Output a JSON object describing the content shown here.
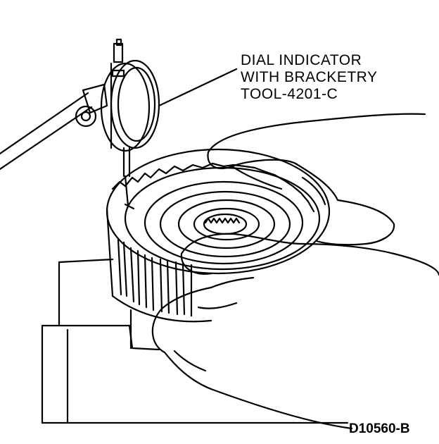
{
  "callout": {
    "line1": "DIAL INDICATOR",
    "line2": "WITH BRACKETRY",
    "line3": "TOOL-4201-C"
  },
  "figure_id": "D10560-B",
  "colors": {
    "ink": "#000000",
    "paper": "#ffffff"
  }
}
